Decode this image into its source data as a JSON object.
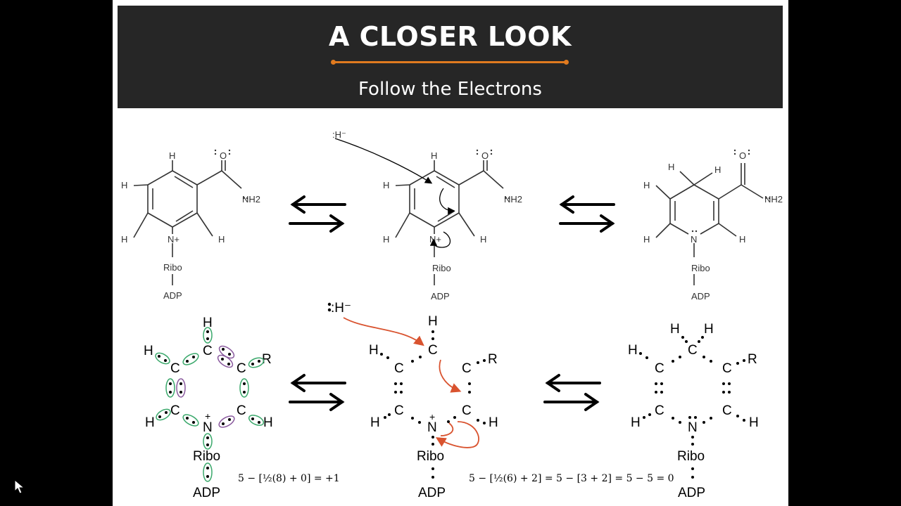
{
  "header": {
    "title": "A CLOSER LOOK",
    "subtitle": "Follow the Electrons"
  },
  "labels": {
    "H": "H",
    "O": "O",
    "N": "N",
    "N_plus": "N+",
    "NH2": "NH2",
    "Ribo": "Ribo",
    "ADP": "ADP",
    "C": "C",
    "R": "R",
    "plus": "+",
    "hydride": ":H⁻"
  },
  "equations": {
    "left": "5 − [½(8) + 0] = +1",
    "right": "5 − [½(6) + 2] = 5 − [3 + 2] = 5 − 5 = 0"
  },
  "colors": {
    "banner_bg": "#262626",
    "accent_rule": "#e07a1f",
    "curved_arrow_red": "#d9532f",
    "bond_pair_green": "#3aa86b",
    "bond_pair_purple": "#8a5a9e"
  }
}
